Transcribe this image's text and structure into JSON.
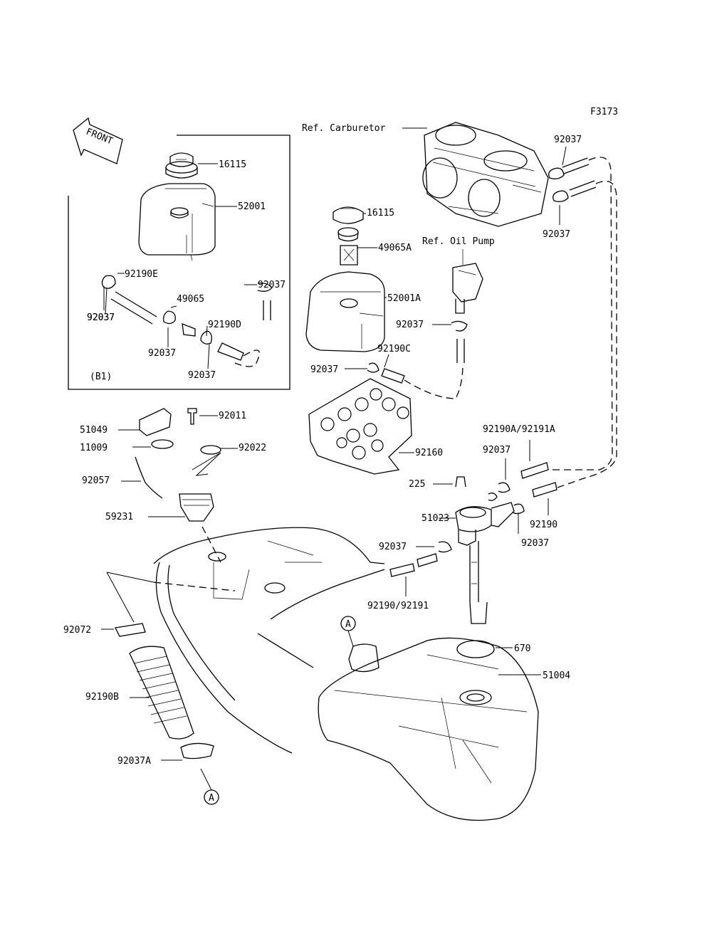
{
  "figure_code": "F3173",
  "front_marker": "FRONT",
  "refs": {
    "carburetor": "Ref. Carburetor",
    "oil_pump": "Ref. Oil Pump"
  },
  "inset_note": "(B1)",
  "view_markers": {
    "a": "A"
  },
  "part_labels": [
    "16115",
    "52001",
    "92190E",
    "92037",
    "49065",
    "92037",
    "92037",
    "92190D",
    "92037",
    "92037",
    "16115",
    "49065A",
    "52001A",
    "92037",
    "92190C",
    "92037",
    "92160",
    "92037",
    "92037",
    "51049",
    "92011",
    "11009",
    "92022",
    "92057",
    "59231",
    "92190A/92191A",
    "92037",
    "225",
    "51023",
    "92190",
    "92037",
    "92037",
    "92190/92191",
    "92072",
    "92190B",
    "92037A",
    "670",
    "51004"
  ]
}
